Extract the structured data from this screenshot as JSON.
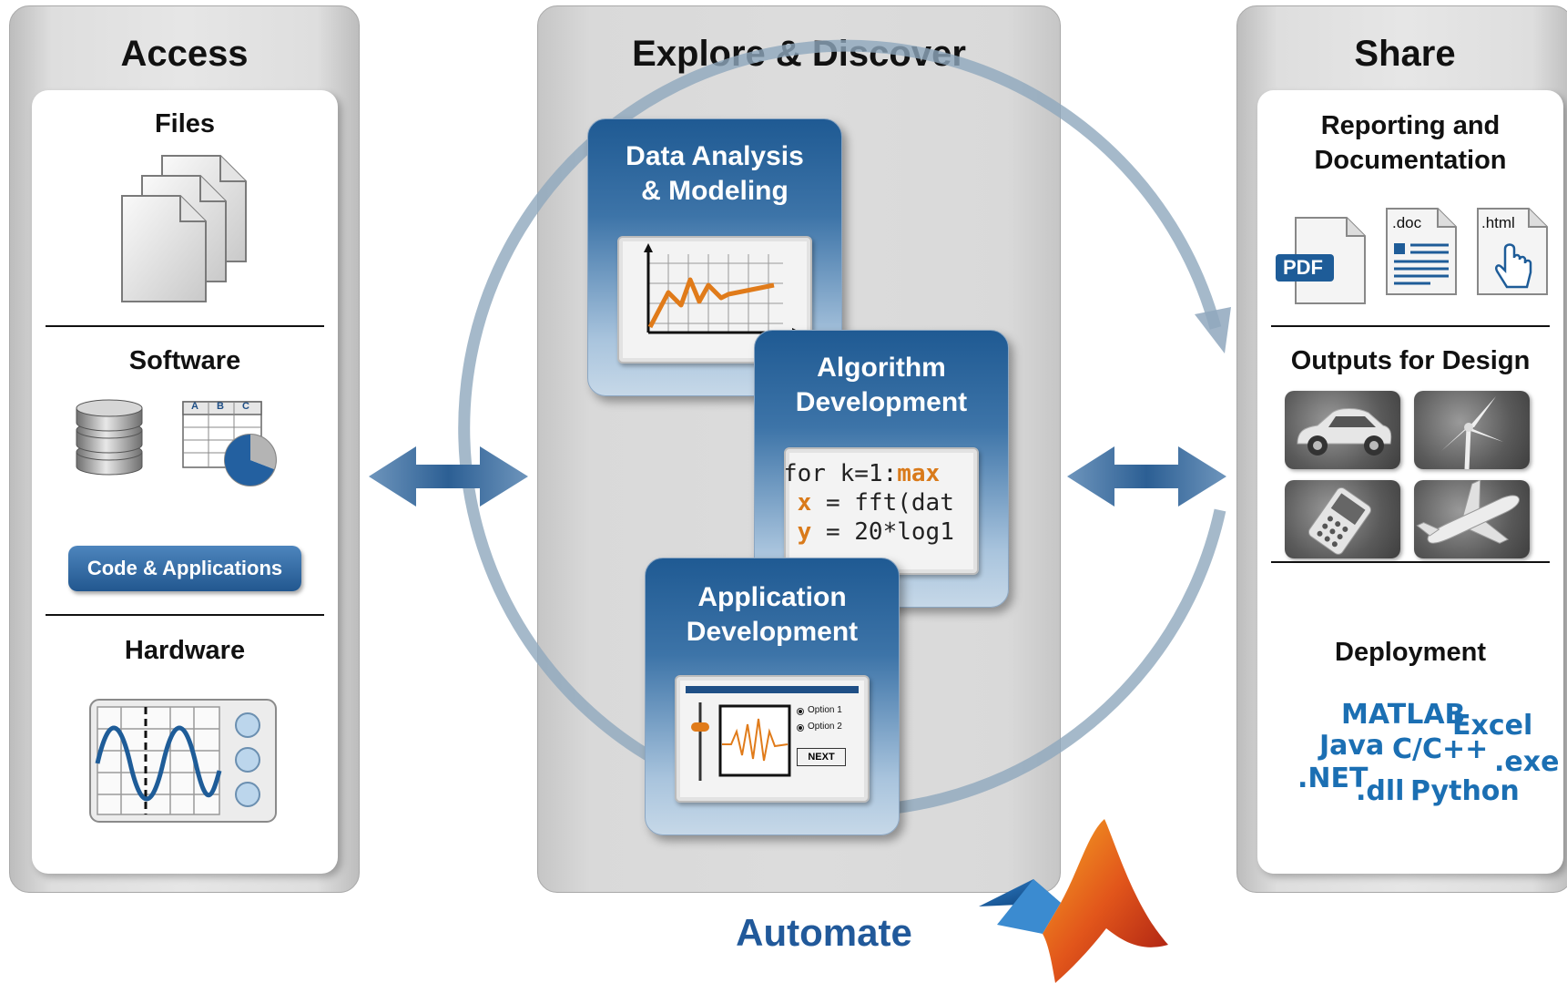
{
  "access": {
    "title": "Access",
    "files": {
      "title": "Files",
      "icon": "stacked-documents-icon"
    },
    "software": {
      "title": "Software",
      "db_icon": "database-icon",
      "sheet_icon": "spreadsheet-pie-chart-icon",
      "sheet_columns": [
        "A",
        "B",
        "C"
      ],
      "button_label": "Code & Applications"
    },
    "hardware": {
      "title": "Hardware",
      "icon": "oscilloscope-icon"
    }
  },
  "explore": {
    "title": "Explore & Discover",
    "cards": [
      {
        "title_line1": "Data Analysis",
        "title_line2": "& Modeling",
        "icon": "line-chart-icon"
      },
      {
        "title_line1": "Algorithm",
        "title_line2": "Development",
        "code": [
          {
            "pre": "for k=1:",
            "kw": "max",
            "post": ""
          },
          {
            "pre": " ",
            "kw": "x",
            "post": " = fft(dat"
          },
          {
            "pre": " ",
            "kw": "y",
            "post": " = 20*log1"
          }
        ]
      },
      {
        "title_line1": "Application",
        "title_line2": "Development",
        "option1": "Option 1",
        "option2": "Option 2",
        "next_label": "NEXT"
      }
    ],
    "cycle_icon": "circular-arrow-icon"
  },
  "share": {
    "title": "Share",
    "reporting": {
      "title_line1": "Reporting and",
      "title_line2": "Documentation",
      "pdf_label": "PDF",
      "doc_label": ".doc",
      "html_label": ".html"
    },
    "outputs": {
      "title": "Outputs for Design",
      "icons": [
        "car-icon",
        "wind-turbine-icon",
        "mobile-phone-icon",
        "airplane-icon"
      ]
    },
    "deployment": {
      "title": "Deployment",
      "targets": [
        "MATLAB",
        "Excel",
        "Java",
        "C/C++",
        ".exe",
        ".NET",
        ".dll",
        "Python"
      ]
    }
  },
  "footer": {
    "automate": "Automate",
    "logo": "matlab-logo-icon"
  },
  "colors": {
    "accent_blue": "#21599a",
    "deploy_blue": "#1b6fb3",
    "code_orange": "#d97a1a",
    "chart_orange": "#e07b1a"
  }
}
